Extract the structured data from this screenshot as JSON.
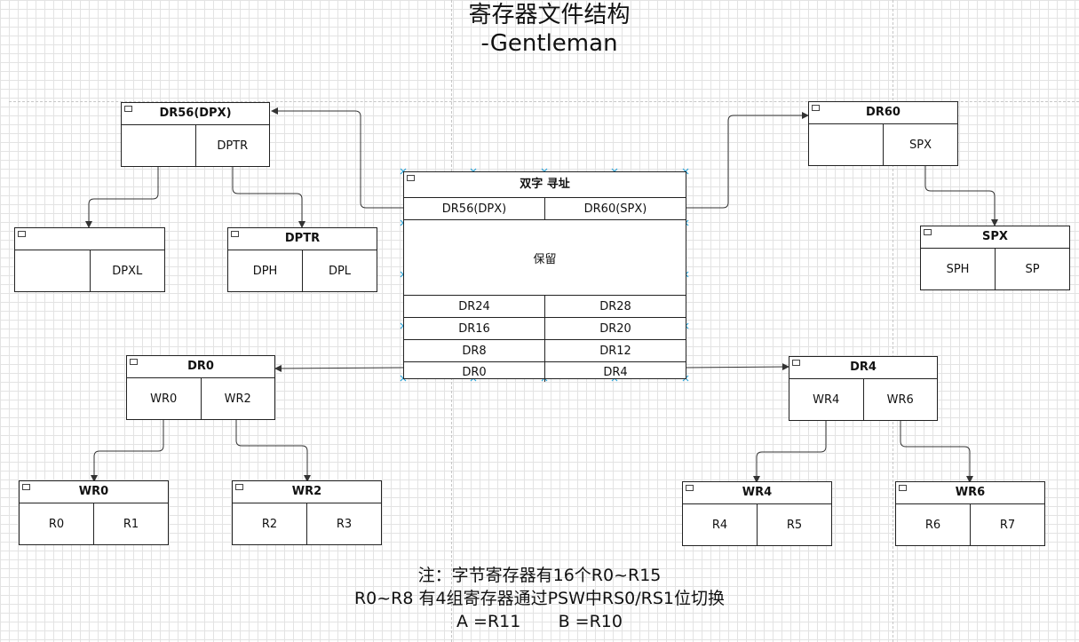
{
  "title": {
    "line1": "寄存器文件结构",
    "line2": "-Gentleman"
  },
  "main": {
    "header": "双字 寻址",
    "top_row": [
      "DR56(DPX)",
      "DR60(SPX)"
    ],
    "reserved": "保留",
    "rows": [
      [
        "DR24",
        "DR28"
      ],
      [
        "DR16",
        "DR20"
      ],
      [
        "DR8",
        "DR12"
      ],
      [
        "DR0",
        "DR4"
      ]
    ]
  },
  "dr56": {
    "header": "DR56(DPX)",
    "cells": [
      "",
      "DPTR"
    ]
  },
  "dpx": {
    "header": "",
    "cells": [
      "",
      "DPXL"
    ]
  },
  "dptr": {
    "header": "DPTR",
    "cells": [
      "DPH",
      "DPL"
    ]
  },
  "dr60": {
    "header": "DR60",
    "cells": [
      "",
      "SPX"
    ]
  },
  "spx": {
    "header": "SPX",
    "cells": [
      "SPH",
      "SP"
    ]
  },
  "dr0": {
    "header": "DR0",
    "cells": [
      "WR0",
      "WR2"
    ]
  },
  "dr4": {
    "header": "DR4",
    "cells": [
      "WR4",
      "WR6"
    ]
  },
  "wr0": {
    "header": "WR0",
    "cells": [
      "R0",
      "R1"
    ]
  },
  "wr2": {
    "header": "WR2",
    "cells": [
      "R2",
      "R3"
    ]
  },
  "wr4": {
    "header": "WR4",
    "cells": [
      "R4",
      "R5"
    ]
  },
  "wr6": {
    "header": "WR6",
    "cells": [
      "R6",
      "R7"
    ]
  },
  "note": {
    "line1": "注：字节寄存器有16个R0~R15",
    "line2": "R0~R8 有4组寄存器通过PSW中RS0/RS1位切换",
    "line3": "A =R11       B =R10"
  },
  "colors": {
    "line": "#333333",
    "selection": "#29a3d8",
    "grid": "#e3e3e3"
  }
}
